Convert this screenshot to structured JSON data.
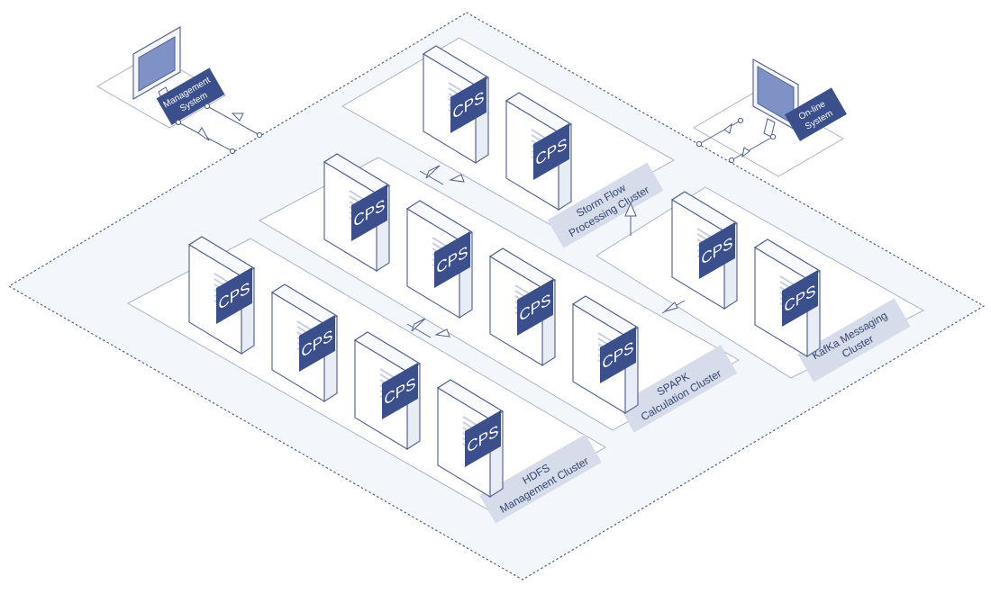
{
  "clusters": [
    {
      "id": "storm",
      "label_lines": [
        "Storm Flow",
        "Processing Cluster"
      ],
      "server_count": 2
    },
    {
      "id": "spark",
      "label_lines": [
        "SPAPK",
        "Calculation Cluster"
      ],
      "server_count": 4
    },
    {
      "id": "hdfs",
      "label_lines": [
        "HDFS",
        "Management Cluster"
      ],
      "server_count": 4
    },
    {
      "id": "kafka",
      "label_lines": [
        "KafKa Messaging",
        "Cluster"
      ],
      "server_count": 2
    }
  ],
  "server_label": "CPS",
  "terminals": [
    {
      "id": "management",
      "label_lines": [
        "Management",
        "System"
      ]
    },
    {
      "id": "online",
      "label_lines": [
        "On-line",
        "System"
      ]
    }
  ],
  "colors": {
    "accent": "#3b4f8c",
    "outline": "#4f5f8e",
    "plate": "#f3f6fb",
    "label_band": "#d6dcea"
  }
}
